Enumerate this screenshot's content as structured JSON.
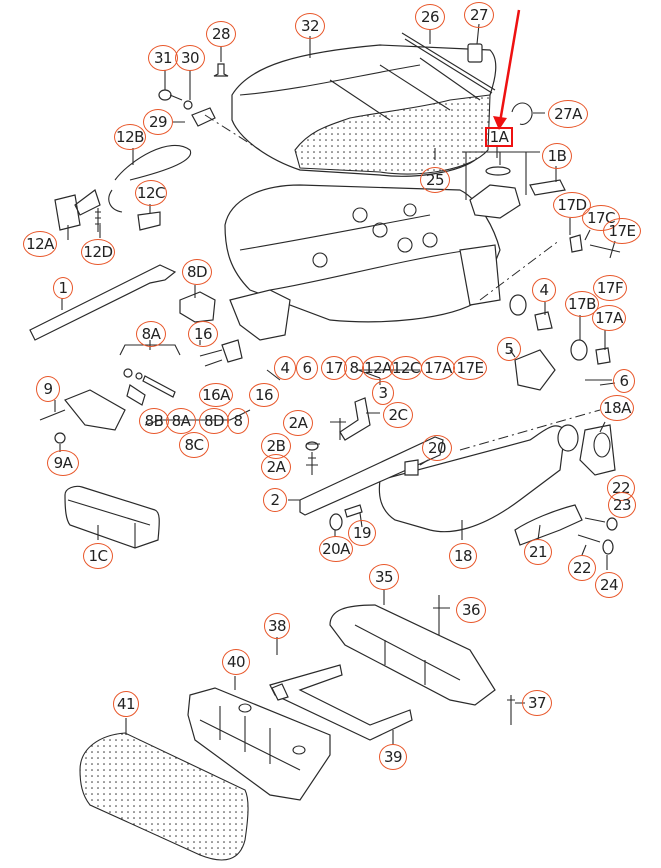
{
  "diagram": {
    "title": "Seat frame exploded parts diagram",
    "callout_color": "#e8572a",
    "highlight_color": "#ee1111",
    "highlighted_callout": "1A",
    "callouts": [
      {
        "id": "c32",
        "label": "32"
      },
      {
        "id": "c26",
        "label": "26"
      },
      {
        "id": "c27",
        "label": "27"
      },
      {
        "id": "c28",
        "label": "28"
      },
      {
        "id": "c31",
        "label": "31"
      },
      {
        "id": "c30",
        "label": "30"
      },
      {
        "id": "c29",
        "label": "29"
      },
      {
        "id": "c27A",
        "label": "27A"
      },
      {
        "id": "c1A",
        "label": "1A"
      },
      {
        "id": "c12B",
        "label": "12B"
      },
      {
        "id": "c25",
        "label": "25"
      },
      {
        "id": "c1B",
        "label": "1B"
      },
      {
        "id": "c12C",
        "label": "12C"
      },
      {
        "id": "c12A",
        "label": "12A"
      },
      {
        "id": "c12D",
        "label": "12D"
      },
      {
        "id": "c17D",
        "label": "17D"
      },
      {
        "id": "c17C",
        "label": "17C"
      },
      {
        "id": "c17E_top",
        "label": "17E"
      },
      {
        "id": "c8D_top",
        "label": "8D"
      },
      {
        "id": "c1",
        "label": "1"
      },
      {
        "id": "c4_right",
        "label": "4"
      },
      {
        "id": "c17F",
        "label": "17F"
      },
      {
        "id": "c17B",
        "label": "17B"
      },
      {
        "id": "c17A_right",
        "label": "17A"
      },
      {
        "id": "c8A_top",
        "label": "8A"
      },
      {
        "id": "c16_top",
        "label": "16"
      },
      {
        "id": "c5",
        "label": "5"
      },
      {
        "id": "c4_row",
        "label": "4"
      },
      {
        "id": "c6_row",
        "label": "6"
      },
      {
        "id": "c17_row",
        "label": "17"
      },
      {
        "id": "c8_row",
        "label": "8"
      },
      {
        "id": "c12A_row",
        "label": "12A"
      },
      {
        "id": "c12C_row",
        "label": "12C"
      },
      {
        "id": "c17A_row",
        "label": "17A"
      },
      {
        "id": "c17E_row",
        "label": "17E"
      },
      {
        "id": "c6_right",
        "label": "6"
      },
      {
        "id": "c9",
        "label": "9"
      },
      {
        "id": "c16A",
        "label": "16A"
      },
      {
        "id": "c16_mid",
        "label": "16"
      },
      {
        "id": "c3",
        "label": "3"
      },
      {
        "id": "c18A",
        "label": "18A"
      },
      {
        "id": "c8B",
        "label": "8B"
      },
      {
        "id": "c8A_bot",
        "label": "8A"
      },
      {
        "id": "c8D_bot",
        "label": "8D"
      },
      {
        "id": "c8_bot",
        "label": "8"
      },
      {
        "id": "c2A_top",
        "label": "2A"
      },
      {
        "id": "c2C",
        "label": "2C"
      },
      {
        "id": "c8C",
        "label": "8C"
      },
      {
        "id": "c9A",
        "label": "9A"
      },
      {
        "id": "c2B",
        "label": "2B"
      },
      {
        "id": "c20",
        "label": "20"
      },
      {
        "id": "c2A_bot",
        "label": "2A"
      },
      {
        "id": "c22_top",
        "label": "22"
      },
      {
        "id": "c2",
        "label": "2"
      },
      {
        "id": "c23",
        "label": "23"
      },
      {
        "id": "c1C",
        "label": "1C"
      },
      {
        "id": "c19",
        "label": "19"
      },
      {
        "id": "c20A",
        "label": "20A"
      },
      {
        "id": "c18",
        "label": "18"
      },
      {
        "id": "c21",
        "label": "21"
      },
      {
        "id": "c22_bot",
        "label": "22"
      },
      {
        "id": "c24",
        "label": "24"
      },
      {
        "id": "c35",
        "label": "35"
      },
      {
        "id": "c36",
        "label": "36"
      },
      {
        "id": "c38",
        "label": "38"
      },
      {
        "id": "c40",
        "label": "40"
      },
      {
        "id": "c37",
        "label": "37"
      },
      {
        "id": "c41",
        "label": "41"
      },
      {
        "id": "c39",
        "label": "39"
      }
    ]
  }
}
